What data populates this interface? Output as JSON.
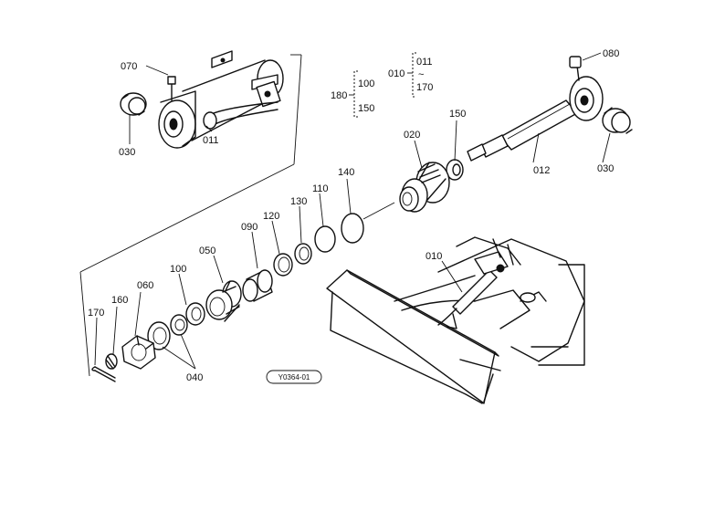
{
  "diagram": {
    "callouts": {
      "p070": "070",
      "p030_left": "030",
      "p011": "011",
      "p180": "180",
      "p100_top": "100",
      "p150_top": "150",
      "p010_top": "010",
      "p011_top": "011",
      "p170_top": "170",
      "p080": "080",
      "p150": "150",
      "p020": "020",
      "p012": "012",
      "p030_right": "030",
      "p140": "140",
      "p110": "110",
      "p130": "130",
      "p120": "120",
      "p090": "090",
      "p050": "050",
      "p100": "100",
      "p060": "060",
      "p160": "160",
      "p170": "170",
      "p040": "040",
      "p010": "010"
    },
    "tilde": "~",
    "figure_code": "Y0364-01"
  }
}
